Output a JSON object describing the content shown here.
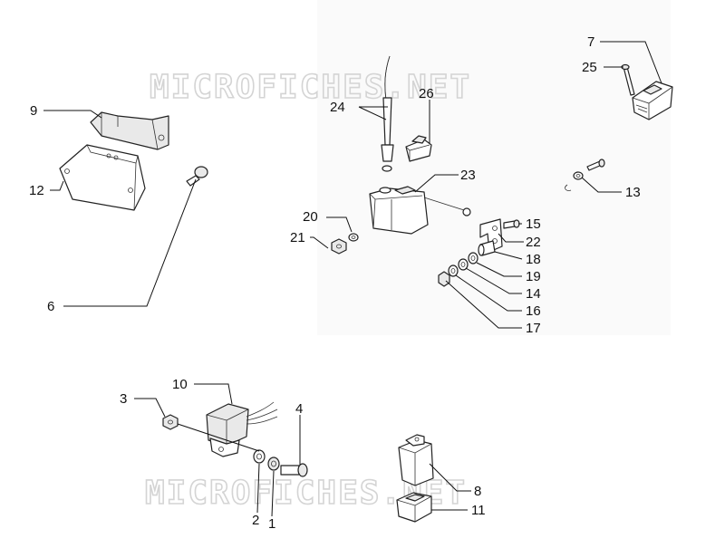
{
  "watermark": "MICROFICHES.NET",
  "callouts": {
    "p1": "1",
    "p2": "2",
    "p3": "3",
    "p4": "4",
    "p6": "6",
    "p7": "7",
    "p8": "8",
    "p9": "9",
    "p10": "10",
    "p11": "11",
    "p12": "12",
    "p13": "13",
    "p14": "14",
    "p15": "15",
    "p16": "16",
    "p17": "17",
    "p18": "18",
    "p19": "19",
    "p20": "20",
    "p21": "21",
    "p22": "22",
    "p23": "23",
    "p24": "24",
    "p25": "25",
    "p26": "26"
  }
}
